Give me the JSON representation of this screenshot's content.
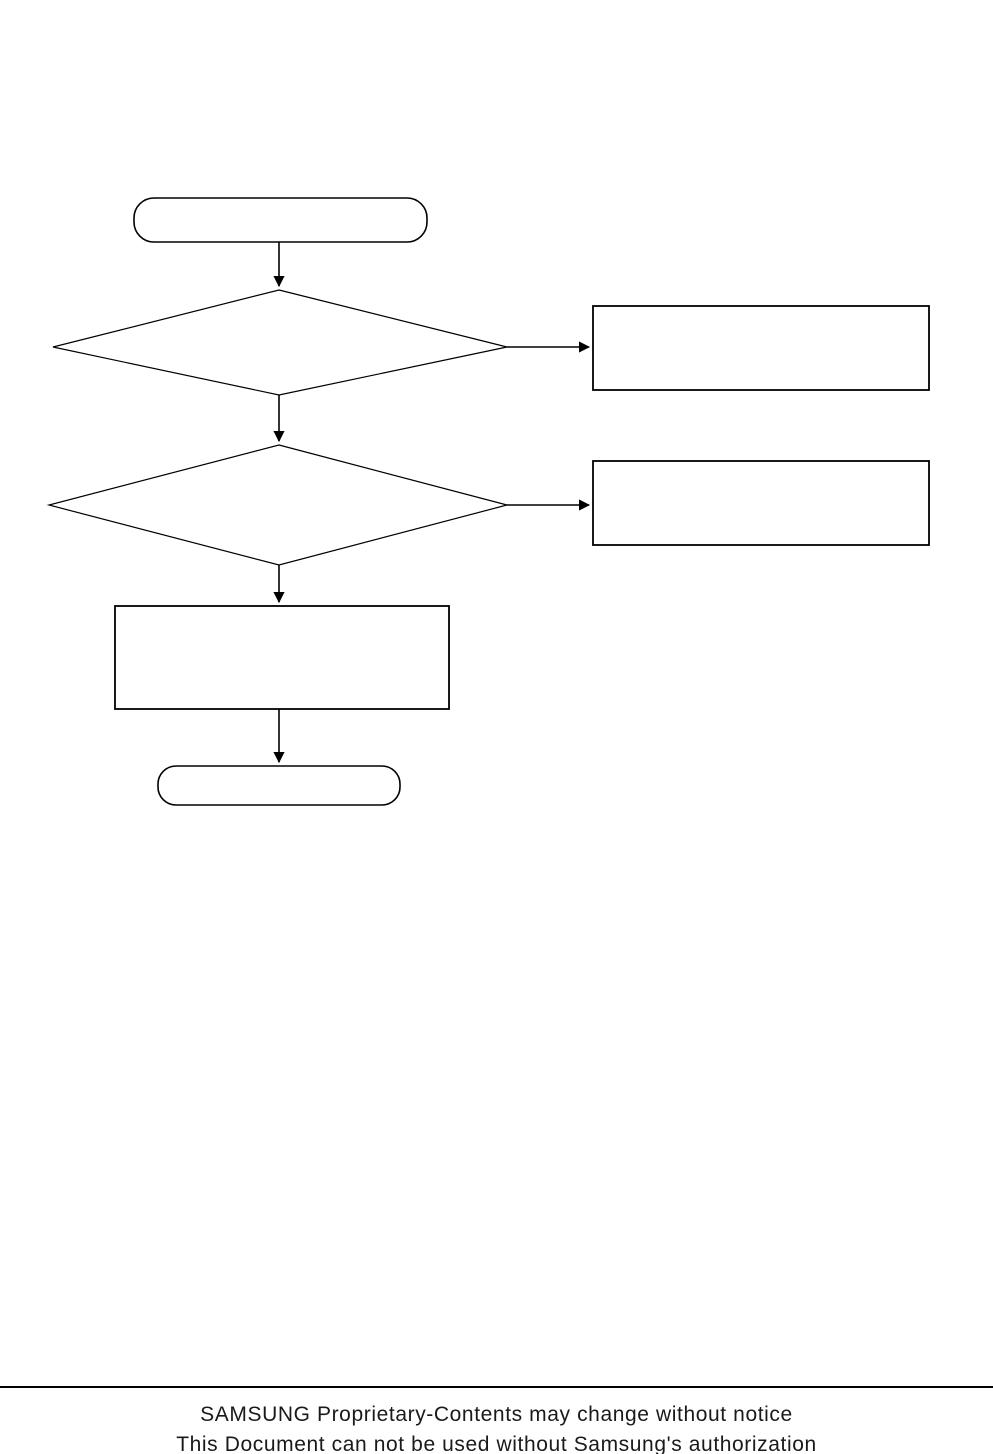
{
  "document": {
    "page_background": "#ffffff",
    "line_color": "#000000"
  },
  "flowchart": {
    "title": "",
    "nodes": [
      {
        "id": "start",
        "type": "terminator",
        "label": ""
      },
      {
        "id": "decision-1",
        "type": "decision",
        "label": ""
      },
      {
        "id": "outcome-1",
        "type": "process",
        "label": ""
      },
      {
        "id": "decision-2",
        "type": "decision",
        "label": ""
      },
      {
        "id": "outcome-2",
        "type": "process",
        "label": ""
      },
      {
        "id": "action",
        "type": "process",
        "label": ""
      },
      {
        "id": "end",
        "type": "terminator",
        "label": ""
      }
    ],
    "connectors": [
      {
        "from": "start",
        "to": "decision-1",
        "label": "",
        "direction": "down"
      },
      {
        "from": "decision-1",
        "to": "outcome-1",
        "label": "",
        "direction": "right"
      },
      {
        "from": "decision-1",
        "to": "decision-2",
        "label": "",
        "direction": "down"
      },
      {
        "from": "decision-2",
        "to": "outcome-2",
        "label": "",
        "direction": "right"
      },
      {
        "from": "decision-2",
        "to": "action",
        "label": "",
        "direction": "down"
      },
      {
        "from": "action",
        "to": "end",
        "label": "",
        "direction": "down"
      }
    ]
  },
  "footer": {
    "line_1": "SAMSUNG Proprietary-Contents may change without notice",
    "line_2": "This Document can not be used without Samsung's authorization"
  }
}
